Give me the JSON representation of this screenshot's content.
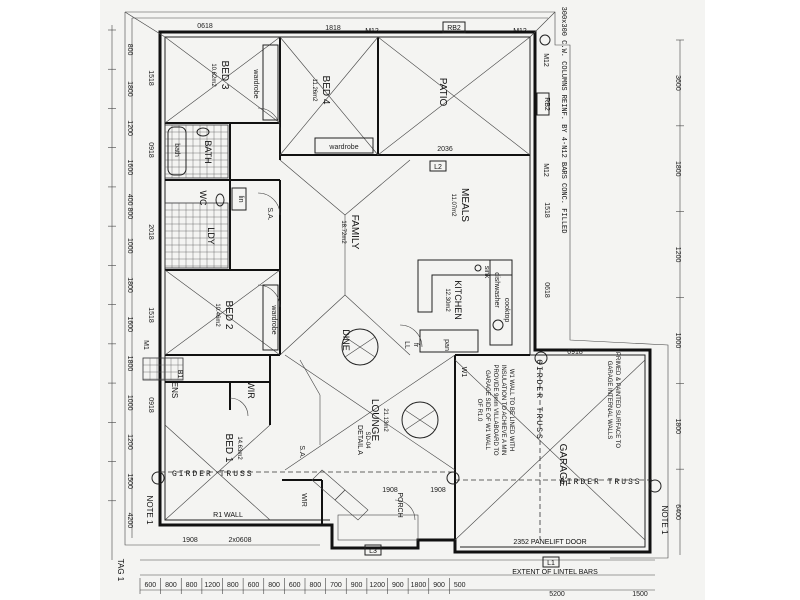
{
  "rooms": {
    "bed3": {
      "name": "BED 3",
      "area": "10.62m2"
    },
    "bed4": {
      "name": "BED 4",
      "area": "11.26m2"
    },
    "patio": {
      "name": "PATIO"
    },
    "bath": {
      "name": "BATH"
    },
    "wc": {
      "name": "WC"
    },
    "ldy": {
      "name": "LDY"
    },
    "meals": {
      "name": "MEALS",
      "area": "11.07m2"
    },
    "family": {
      "name": "FAMILY",
      "area": "18.72m2"
    },
    "kitchen": {
      "name": "KITCHEN",
      "area": "12.30m2"
    },
    "bed2": {
      "name": "BED 2",
      "area": "10.46m2"
    },
    "dine": {
      "name": "DINE"
    },
    "lounge": {
      "name": "LOUNGE",
      "area": "21.13m2"
    },
    "ens": {
      "name": "ENS"
    },
    "wir": {
      "name": "WIR"
    },
    "bed1": {
      "name": "BED 1",
      "area": "14.63m2"
    },
    "garage": {
      "name": "GARAGE"
    },
    "porch": {
      "name": "PORCH"
    }
  },
  "fixtures": {
    "wardrobe_bed3": "wardrobe",
    "wardrobe_bed4": "wardrobe",
    "wardrobe_bed2": "wardrobe",
    "bath": "bath",
    "linen": "lin",
    "dishwasher": "dishwasher",
    "cooktop": "cooktop",
    "sink": "sink",
    "fridge": "fr",
    "pantry": "pan",
    "wir_small": "WIR",
    "sa_1": "S.A.",
    "sa_2": "S.A.",
    "ll_mark": "LL"
  },
  "notes": {
    "columns": "300x300 C.W. COLUMNS REINF. BY 4-N12 BARS CONC. FILLED",
    "girder_truss_bed1": "GIRDER TRUSS",
    "girder_truss_garage": "GIRDER TRUSS",
    "girder_truss_vertical": "GIRDER TRUSS",
    "garage_note_1": "W1 WALL TO BE LINED WITH",
    "garage_note_2": "INSULATION TO ACHIEVE A MIN",
    "garage_note_3": "PROVIDE 9mm VILLABOARD TO",
    "garage_note_4": "GARAGE SIDE OF W1 WALL",
    "garage_note_5": "OF R1.0",
    "painted_1": "PRIMED & PAINTED SURFACE TO",
    "painted_2": "GARAGE INTERNAL WALLS",
    "panelift": "2352 PANELIFT DOOR",
    "extent": "EXTENT OF LINTEL BARS",
    "r1_wall": "R1 WALL",
    "note_left": "NOTE 1",
    "note_right": "NOTE 1",
    "detail": "DETAIL A",
    "detail_sub": "SD-04",
    "tag_bottom": "TAG 1"
  },
  "markers": {
    "r82_top": "RB2",
    "r82_side": "RB2",
    "m12_a": "M12",
    "m12_b": "M12",
    "m12_c": "M12",
    "m12_d": "M12",
    "l1": "L1",
    "l2": "L2",
    "l3": "L3",
    "b1": "B1",
    "m1": "M1",
    "w1": "W1"
  },
  "dimensions": {
    "top_left": "0618 ",
    "top_mid": "1818 ",
    "wardrobe_span": "2036 ",
    "left_bed3": "1518 ",
    "left_bath": "0918 ",
    "left_ldy": "2018 ",
    "left_bed2": "1518 ",
    "left_ens": "0918 ",
    "meals_right": "1518 ",
    "kitchen_right": "0618 ",
    "kitchen_bottom": "0918 ",
    "bottom_bed1": "1908",
    "bottom_porch": "1908",
    "bottom_garage_a": "1908",
    "bottom_wir": "2x0608",
    "left_chain": [
      "800",
      "1800",
      "1200",
      "1600",
      "400 800",
      "1000",
      "1800",
      "1600",
      "1800",
      "1000",
      "1200",
      "1500",
      "4200"
    ],
    "right_chain": [
      "3600",
      "1800",
      "1200",
      "1000",
      "1800",
      "6400"
    ],
    "bottom_chain": [
      "600",
      "800",
      "800",
      "1200",
      "800",
      "600",
      "800",
      "600",
      "800",
      "700",
      "900",
      "1200",
      "900",
      "1800",
      "900",
      "500"
    ],
    "bottom_totals": [
      "5200",
      "1500"
    ]
  }
}
